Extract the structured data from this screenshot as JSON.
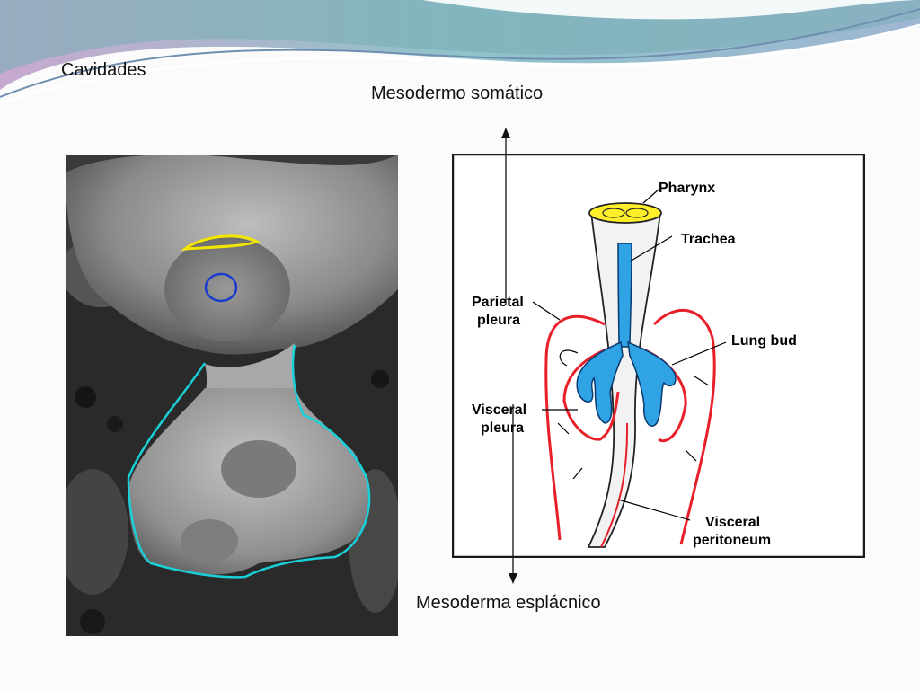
{
  "slide": {
    "title": "Cavidades",
    "top_label": "Mesodermo somático",
    "bottom_label": "Mesoderma esplácnico"
  },
  "diagram": {
    "labels": {
      "pharynx": "Pharynx",
      "trachea": "Trachea",
      "parietal_pleura_1": "Parietal",
      "parietal_pleura_2": "pleura",
      "lung_bud": "Lung bud",
      "visceral_pleura_1": "Visceral",
      "visceral_pleura_2": "pleura",
      "visceral_peritoneum_1": "Visceral",
      "visceral_peritoneum_2": "peritoneum"
    }
  },
  "colors": {
    "outline_yellow": "#f2e600",
    "outline_blue": "#1a3bcc",
    "outline_cyan": "#19d0d8",
    "epithelium_blue": "#2fa3e3",
    "pleura_red": "#e8202a",
    "pharynx_yellow": "#ffef2a"
  }
}
